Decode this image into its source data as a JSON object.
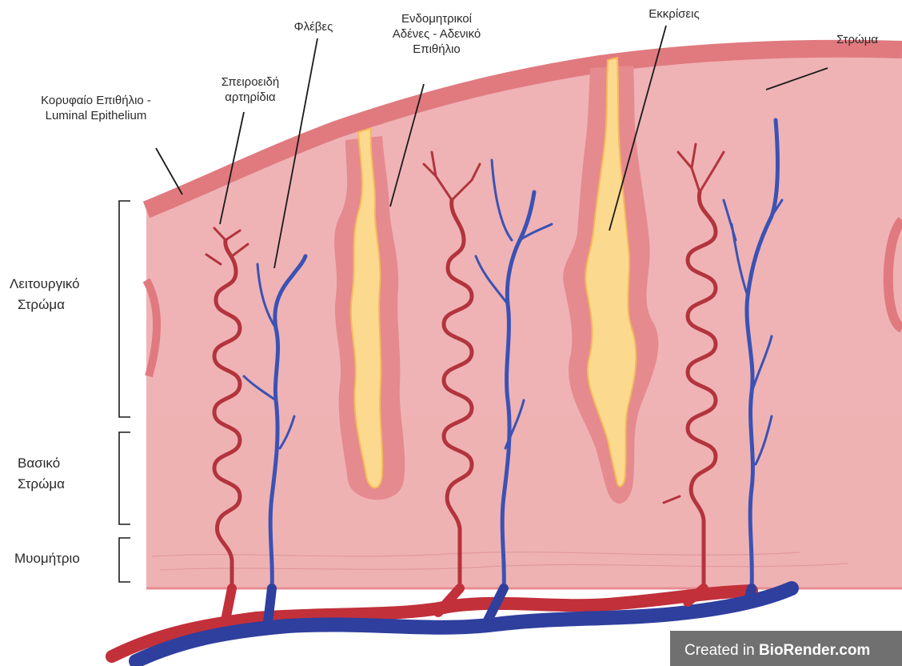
{
  "labels": {
    "luminal_line1": "Κορυφαίο Επιθήλιο -",
    "luminal_line2": "Luminal Epithelium",
    "spiral_line1": "Σπειροειδή",
    "spiral_line2": "αρτηρίδια",
    "veins": "Φλέβες",
    "glands_line1": "Ενδομητρικοί",
    "glands_line2": "Αδένες - Αδενικό",
    "glands_line3": "Επιθήλιο",
    "secretions": "Εκκρίσεις",
    "stroma": "Στρώμα",
    "functional_line1": "Λειτουργικό",
    "functional_line2": "Στρώμα",
    "basal_line1": "Βασικό",
    "basal_line2": "Στρώμα",
    "myometrium": "Μυομήτριο"
  },
  "watermark": {
    "prefix": "Created in ",
    "brand": "BioRender.com"
  },
  "colors": {
    "stroma": "#efb3b5",
    "epithelium": "#e07a7f",
    "secretion": "#fbd98e",
    "artery": "#b3343d",
    "vein": "#3b52b4"
  }
}
